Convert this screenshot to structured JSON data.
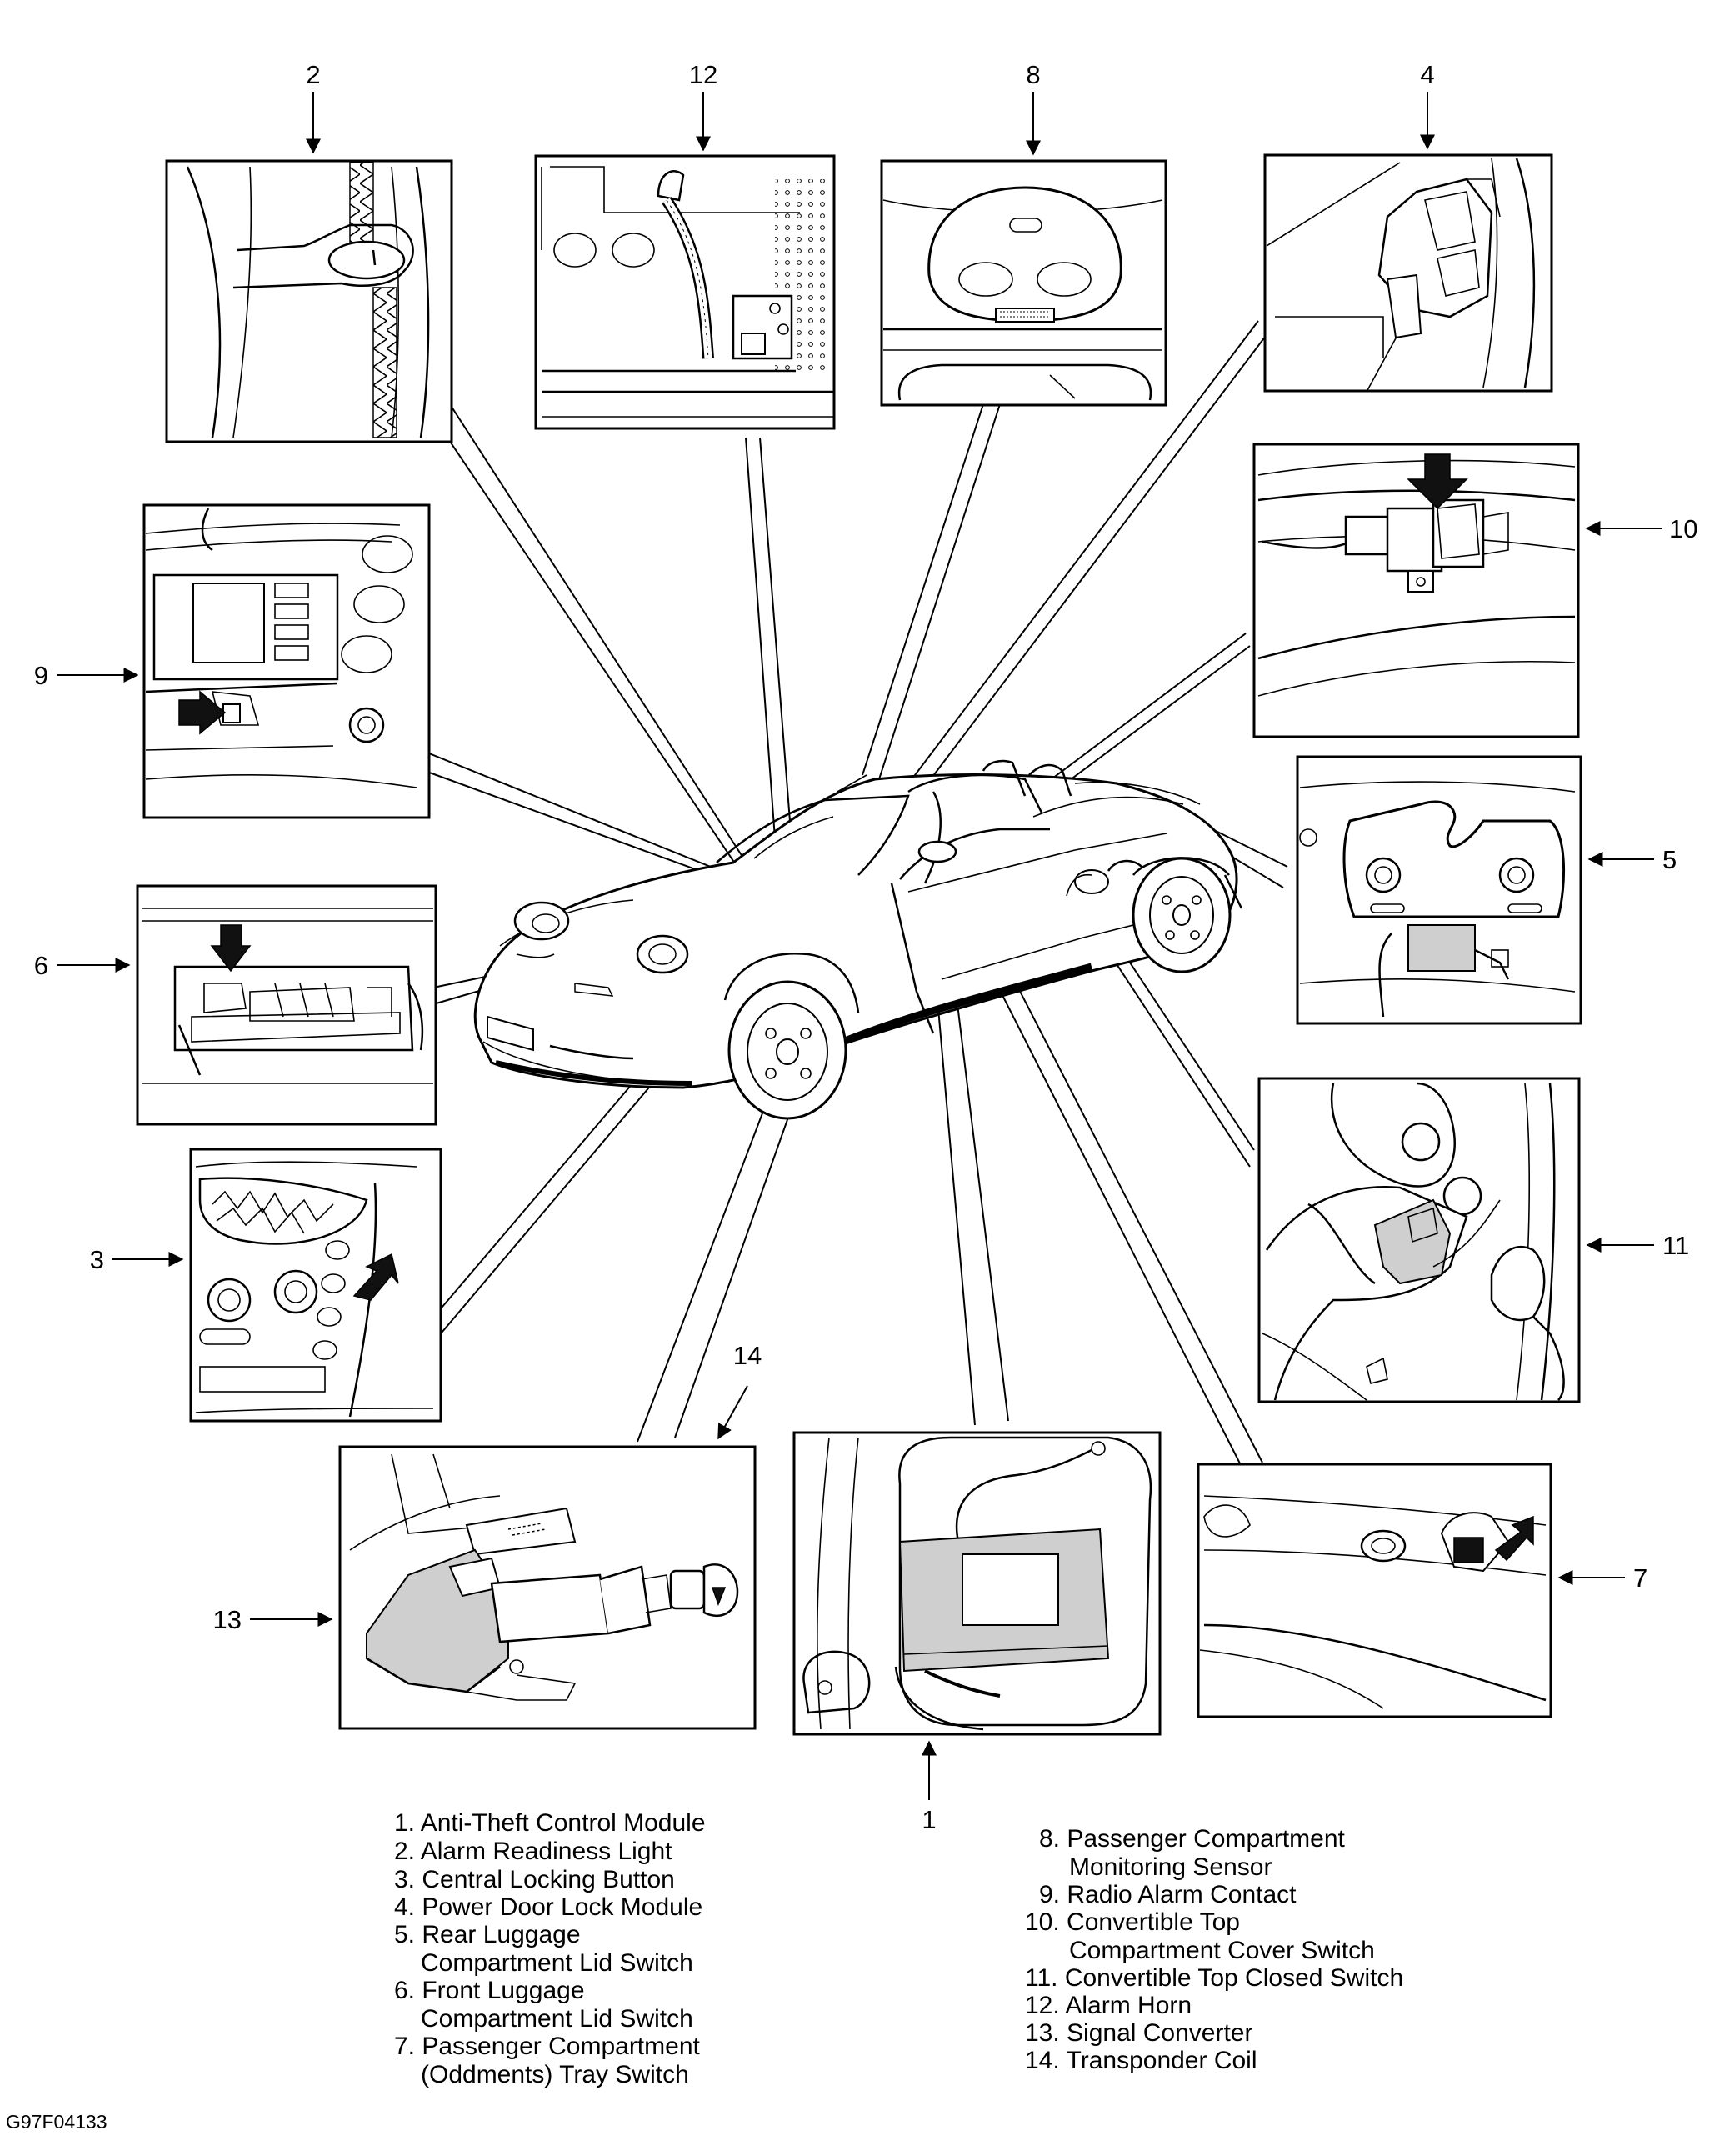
{
  "callouts": [
    {
      "id": "c1",
      "label": "1"
    },
    {
      "id": "c2",
      "label": "2"
    },
    {
      "id": "c3",
      "label": "3"
    },
    {
      "id": "c4",
      "label": "4"
    },
    {
      "id": "c5",
      "label": "5"
    },
    {
      "id": "c6",
      "label": "6"
    },
    {
      "id": "c7",
      "label": "7"
    },
    {
      "id": "c8",
      "label": "8"
    },
    {
      "id": "c9",
      "label": "9"
    },
    {
      "id": "c10",
      "label": "10"
    },
    {
      "id": "c11",
      "label": "11"
    },
    {
      "id": "c12",
      "label": "12"
    },
    {
      "id": "c13",
      "label": "13"
    },
    {
      "id": "c14",
      "label": "14"
    }
  ],
  "legend": [
    [
      "1. Anti-Theft Control Module"
    ],
    [
      "2. Alarm Readiness Light"
    ],
    [
      "3. Central Locking Button"
    ],
    [
      "4. Power Door Lock Module"
    ],
    [
      "5. Rear Luggage",
      "Compartment Lid Switch"
    ],
    [
      "6. Front Luggage",
      "Compartment Lid Switch"
    ],
    [
      "7. Passenger Compartment",
      "(Oddments) Tray Switch"
    ],
    [
      "8. Passenger Compartment",
      "Monitoring Sensor"
    ],
    [
      "9. Radio Alarm Contact"
    ],
    [
      "10. Convertible Top",
      "Compartment Cover Switch"
    ],
    [
      "11. Convertible Top Closed Switch"
    ],
    [
      "12. Alarm Horn"
    ],
    [
      "13. Signal Converter"
    ],
    [
      "14. Transponder Coil"
    ]
  ],
  "figure_code": "G97F04133",
  "icons": {
    "arrow": "arrow-icon",
    "pointer": "black-arrow-icon",
    "car": "convertible-car-illustration"
  }
}
